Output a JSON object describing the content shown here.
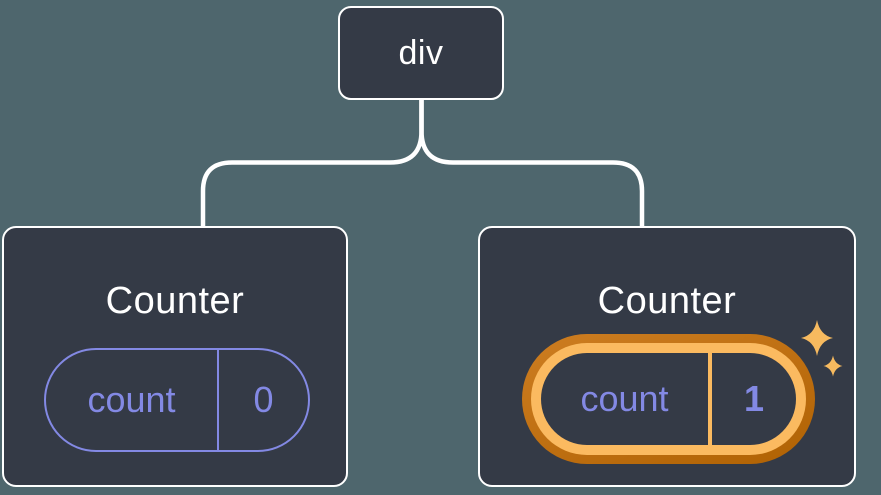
{
  "tree": {
    "root": {
      "label": "div"
    },
    "children": [
      {
        "title": "Counter",
        "state": {
          "key": "count",
          "value": "0"
        },
        "highlighted": false
      },
      {
        "title": "Counter",
        "state": {
          "key": "count",
          "value": "1"
        },
        "highlighted": true
      }
    ]
  },
  "icons": {
    "sparkle_large": "four-point-star",
    "sparkle_small": "four-point-star"
  },
  "colors": {
    "background": "#4e666d",
    "card_bg": "#343a46",
    "card_border": "#ffffff",
    "purple": "#8389e4",
    "orange_ring_from": "#cd7d21",
    "orange_ring_to": "#b06203",
    "orange_light": "#fbba60",
    "sparkle": "#f7ba5f",
    "connector": "#ffffff",
    "title_text": "#ffffff"
  }
}
